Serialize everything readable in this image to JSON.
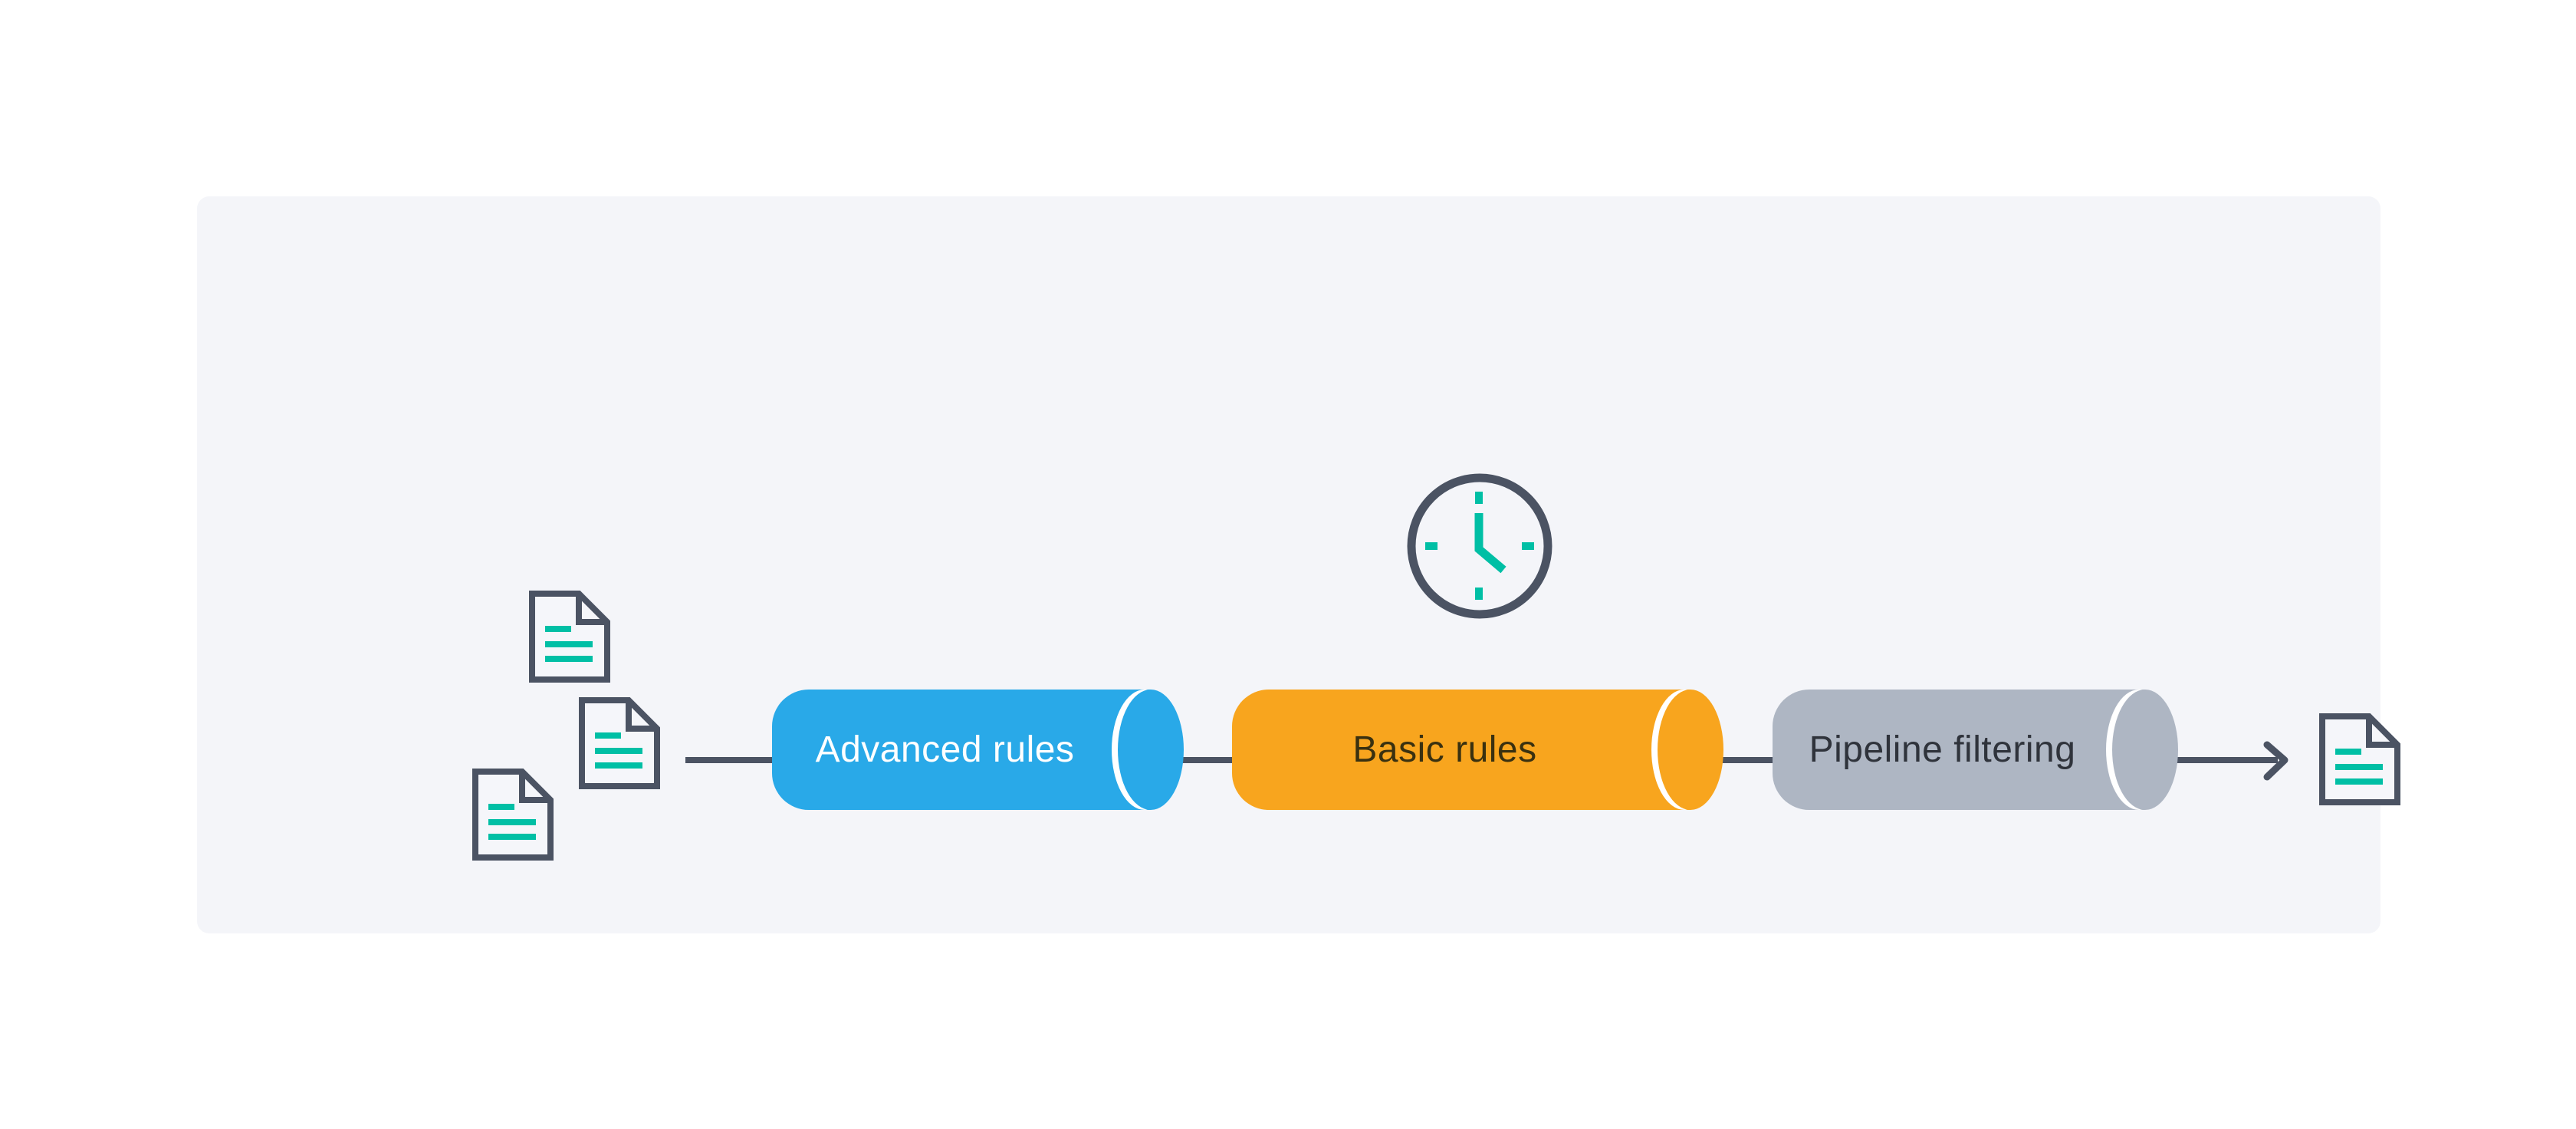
{
  "palette": {
    "page_background": "#FFFFFF",
    "panel_background": "#F4F5F9",
    "outline_slate": "#4B5363",
    "accent_teal": "#00BFA5",
    "cap_gap_white": "#FFFFFF"
  },
  "flow": {
    "input_documents": [
      {
        "icon": "document-icon"
      },
      {
        "icon": "document-icon"
      },
      {
        "icon": "document-icon"
      }
    ],
    "timer": {
      "icon": "clock-icon",
      "time_shown": "5:00"
    },
    "stages": [
      {
        "label": "Advanced rules",
        "color": "#29A9E8",
        "text_color": "#FFFFFF"
      },
      {
        "label": "Basic rules",
        "color": "#F8A51E",
        "text_color": "#3A3110"
      },
      {
        "label": "Pipeline filtering",
        "color": "#AEB6C3",
        "text_color": "#2F333B"
      }
    ],
    "connector": {
      "icon": "arrow-right-icon",
      "color": "#4B5363"
    },
    "output_documents": [
      {
        "icon": "document-icon"
      }
    ]
  }
}
